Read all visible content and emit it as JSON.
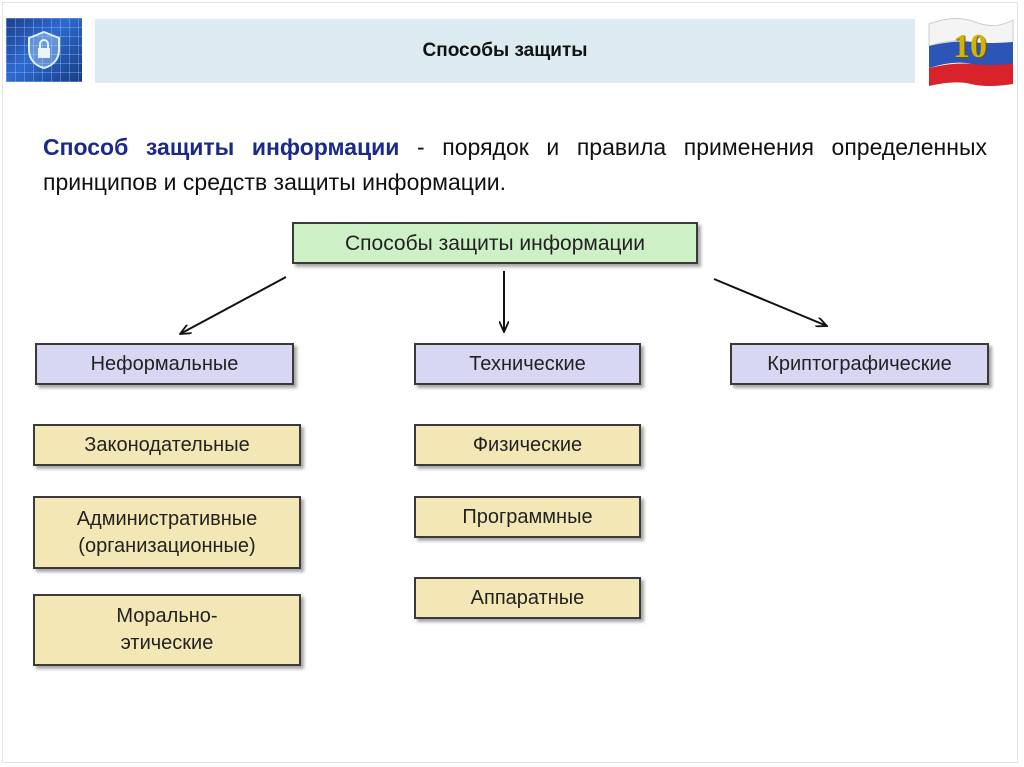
{
  "header": {
    "title": "Способы защиты",
    "slide_number": "10"
  },
  "definition": {
    "term": "Способ защиты информации",
    "text": " - порядок и правила применения определенных принципов и средств защиты информации."
  },
  "diagram": {
    "root": "Способы защиты информации",
    "categories": {
      "informal": "Неформальные",
      "technical": "Технические",
      "crypto": "Криптографические"
    },
    "informal_items": {
      "legislative": "Законодательные",
      "administrative": "Административные (организационные)",
      "moral": "Морально-этические"
    },
    "technical_items": {
      "physical": "Физические",
      "software": "Программные",
      "hardware": "Аппаратные"
    }
  },
  "colors": {
    "title_bar": "#dcebf1",
    "root_box": "#cdf0c6",
    "category_box": "#d7d7f3",
    "item_box": "#f3e7b6",
    "term_text": "#1b2a8a"
  }
}
